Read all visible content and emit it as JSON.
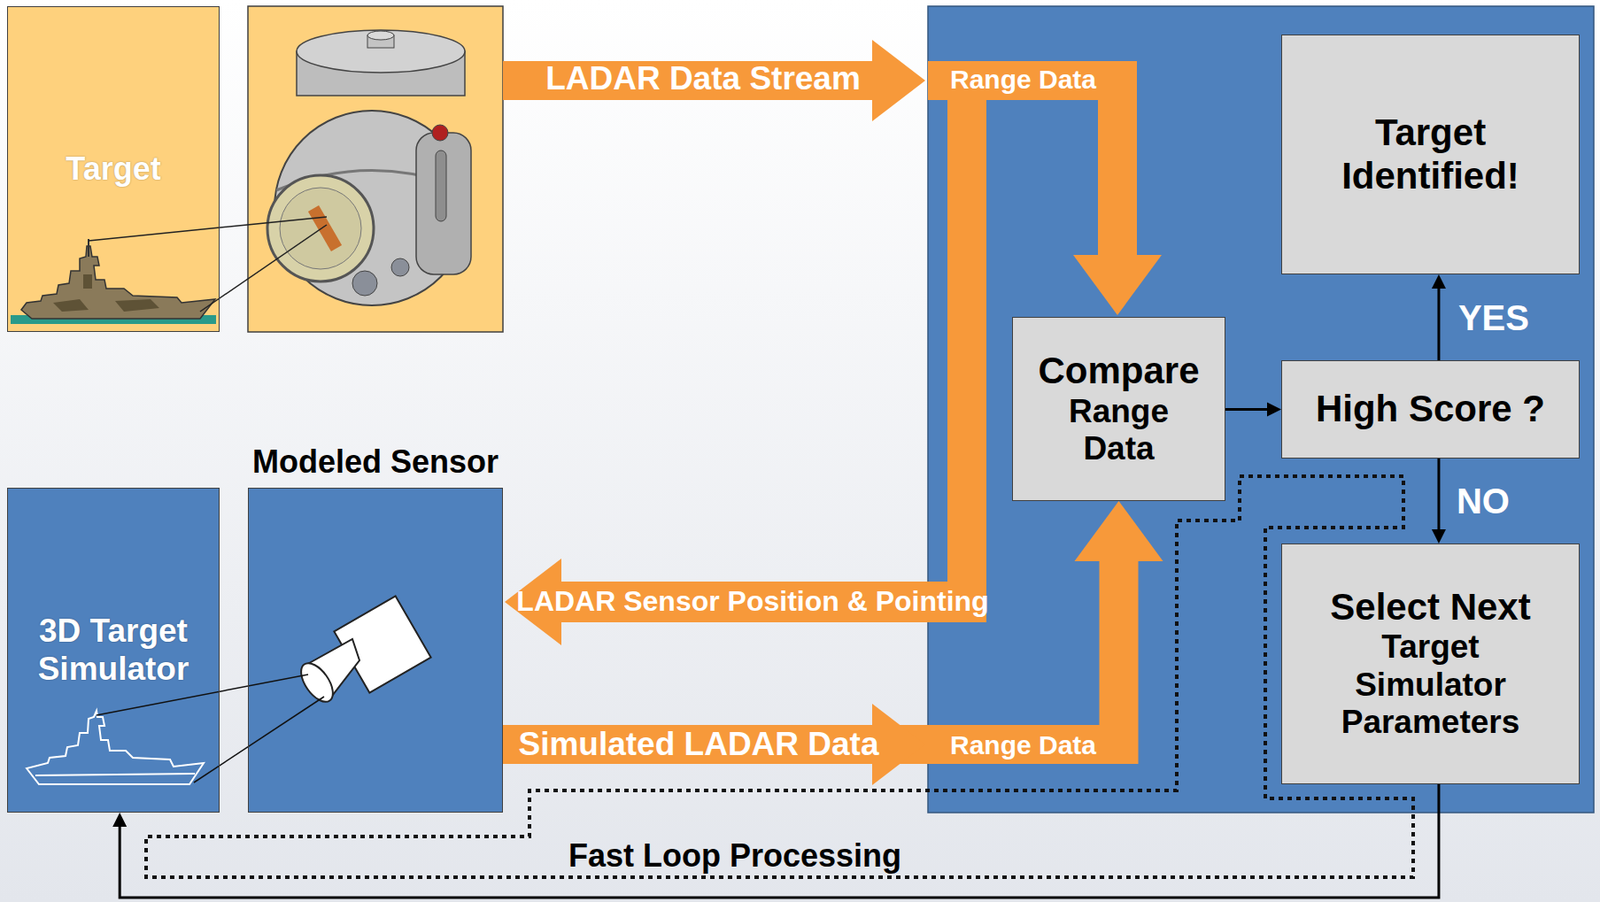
{
  "diagram": {
    "nodes": [
      {
        "text": [
          "Target"
        ]
      },
      {
        "text": [
          "Target Identified!"
        ]
      },
      {
        "text": [
          "Compare",
          "Range Data"
        ]
      },
      {
        "text": [
          "High Score ?"
        ]
      },
      {
        "text": [
          "3D Target Simulator"
        ]
      },
      {
        "text": [
          "Modeled Sensor"
        ]
      },
      {
        "text": [
          "Select Next",
          "Target Simulator Parameters"
        ]
      }
    ],
    "edges": [
      {
        "from": 2,
        "to": 3,
        "arrow": "to"
      },
      {
        "from": 3,
        "to": 1,
        "label": "YES",
        "arrow": "to"
      },
      {
        "from": 3,
        "to": 6,
        "label": "NO",
        "arrow": "to"
      },
      {
        "from": 6,
        "to": 4,
        "arrow": "to"
      },
      {
        "from": 5,
        "to": 2,
        "label": "Simulated LADAR Data",
        "arrow": "to"
      }
    ],
    "labels": [
      "LADAR Data Stream",
      "Range Data",
      "LADAR Sensor Position & Pointing",
      "Range Data",
      "Fast Loop Processing"
    ]
  }
}
